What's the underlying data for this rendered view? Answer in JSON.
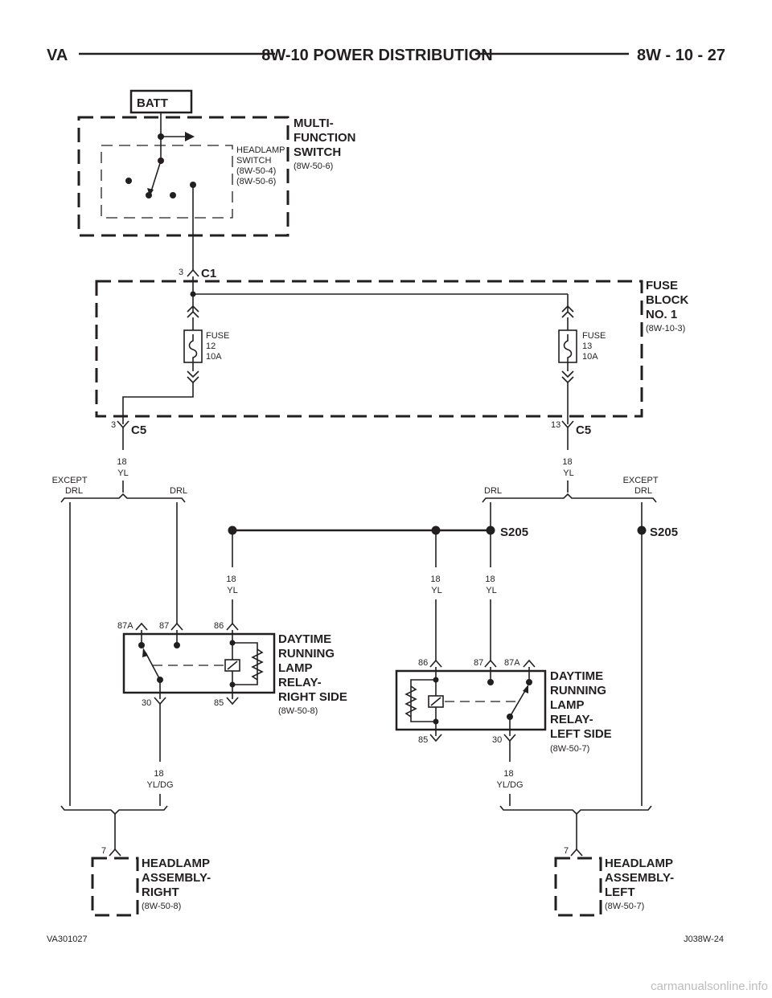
{
  "header": {
    "left": "VA",
    "title": "8W-10 POWER DISTRIBUTION",
    "right": "8W - 10 - 27"
  },
  "footer": {
    "left": "VA301027",
    "right": "J038W-24"
  },
  "watermark": "carmanualsonline.info",
  "batt": {
    "label": "BATT"
  },
  "mfs": {
    "title_lines": [
      "MULTI-",
      "FUNCTION",
      "SWITCH"
    ],
    "ref": "(8W-50-6)",
    "switch_lines": [
      "HEADLAMP",
      "SWITCH",
      "(8W-50-4)",
      "(8W-50-6)"
    ]
  },
  "c1": {
    "pin": "3",
    "name": "C1"
  },
  "fuse_block": {
    "title_lines": [
      "FUSE",
      "BLOCK",
      "NO. 1"
    ],
    "ref": "(8W-10-3)",
    "fuse12_lines": [
      "FUSE",
      "12",
      "10A"
    ],
    "fuse13_lines": [
      "FUSE",
      "13",
      "10A"
    ]
  },
  "c5_left": {
    "pin": "3",
    "name": "C5"
  },
  "c5_right": {
    "pin": "13",
    "name": "C5"
  },
  "wires": {
    "left_c5": [
      "18",
      "YL"
    ],
    "right_c5": [
      "18",
      "YL"
    ],
    "rr86": [
      "18",
      "YL"
    ],
    "lr86": [
      "18",
      "YL"
    ],
    "lr87": [
      "18",
      "YL"
    ],
    "rr30": [
      "18",
      "YL/DG"
    ],
    "lr30": [
      "18",
      "YL/DG"
    ]
  },
  "branch": {
    "except_drl_left": [
      "EXCEPT",
      "DRL"
    ],
    "drl_left": "DRL",
    "drl_right": "DRL",
    "except_drl_right": [
      "EXCEPT",
      "DRL"
    ]
  },
  "splices": {
    "s205_a": "S205",
    "s205_b": "S205"
  },
  "relay_right": {
    "title_lines": [
      "DAYTIME",
      "RUNNING",
      "LAMP",
      "RELAY-",
      "RIGHT SIDE"
    ],
    "ref": "(8W-50-8)",
    "pins": {
      "p87a": "87A",
      "p87": "87",
      "p86": "86",
      "p30": "30",
      "p85": "85"
    }
  },
  "relay_left": {
    "title_lines": [
      "DAYTIME",
      "RUNNING",
      "LAMP",
      "RELAY-",
      "LEFT SIDE"
    ],
    "ref": "(8W-50-7)",
    "pins": {
      "p86": "86",
      "p87": "87",
      "p87a": "87A",
      "p85": "85",
      "p30": "30"
    }
  },
  "hl_right": {
    "pin": "7",
    "title_lines": [
      "HEADLAMP",
      "ASSEMBLY-",
      "RIGHT"
    ],
    "ref": "(8W-50-8)"
  },
  "hl_left": {
    "pin": "7",
    "title_lines": [
      "HEADLAMP",
      "ASSEMBLY-",
      "LEFT"
    ],
    "ref": "(8W-50-7)"
  }
}
